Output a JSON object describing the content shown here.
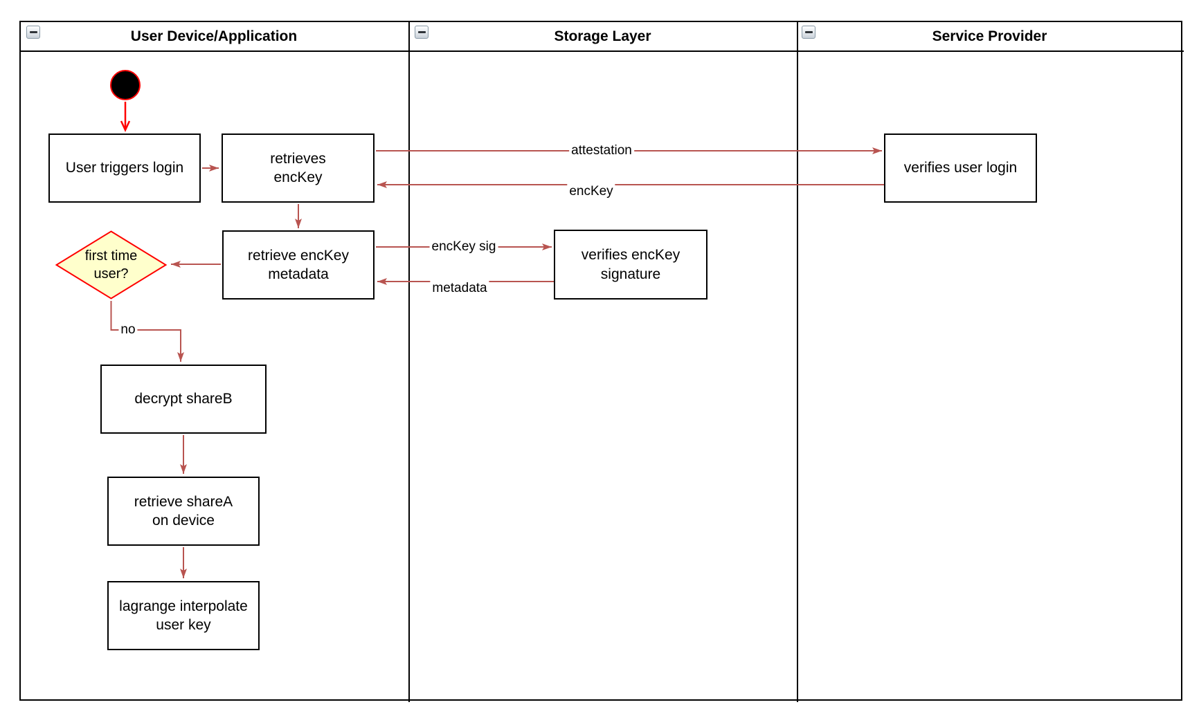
{
  "lanes": [
    {
      "label": "User Device/Application"
    },
    {
      "label": "Storage Layer"
    },
    {
      "label": "Service Provider"
    }
  ],
  "nodes": {
    "user_triggers_login": "User triggers login",
    "retrieves_enckey": "retrieves\nencKey",
    "verifies_user_login": "verifies user login",
    "retrieve_enckey_metadata": "retrieve encKey\nmetadata",
    "verifies_enckey_signature": "verifies encKey\nsignature",
    "first_time_user": "first time\nuser?",
    "decrypt_shareb": "decrypt shareB",
    "retrieve_sharea_on_device": "retrieve shareA\non device",
    "lagrange_interpolate_user_key": "lagrange interpolate\nuser key"
  },
  "edge_labels": {
    "attestation": "attestation",
    "enckey": "encKey",
    "enckey_sig": "encKey sig",
    "metadata": "metadata",
    "no": "no"
  },
  "colors": {
    "connector": "#b85450",
    "start_accent": "#ff0000",
    "decision_fill": "#ffffcc",
    "decision_border": "#ff0000",
    "node_border": "#000000",
    "node_fill": "#ffffff"
  }
}
